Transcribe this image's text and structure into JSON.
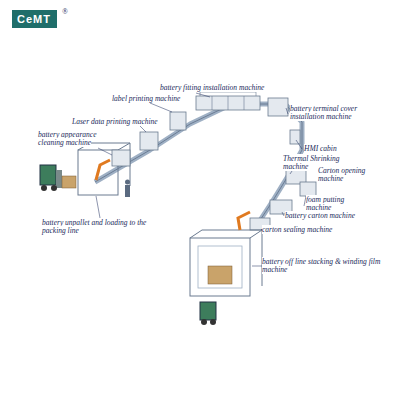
{
  "diagram": {
    "nodes": [
      {
        "text": [
          "CeMT"
        ]
      }
    ],
    "labels": [
      "battery fitting installation machine",
      "label printing machine",
      "Laser data printing machine",
      "battery appearance cleaning machine",
      "battery terminal cover installation machine",
      "HMI cabin",
      "Thermal Shrinking machine",
      "Carton opening machine",
      "foam putting machine",
      "battery carton machine",
      "carton sealing machine",
      "battery unpallet and loading to the packing line",
      "battery off line stacking & winding film machine",
      "®"
    ]
  }
}
